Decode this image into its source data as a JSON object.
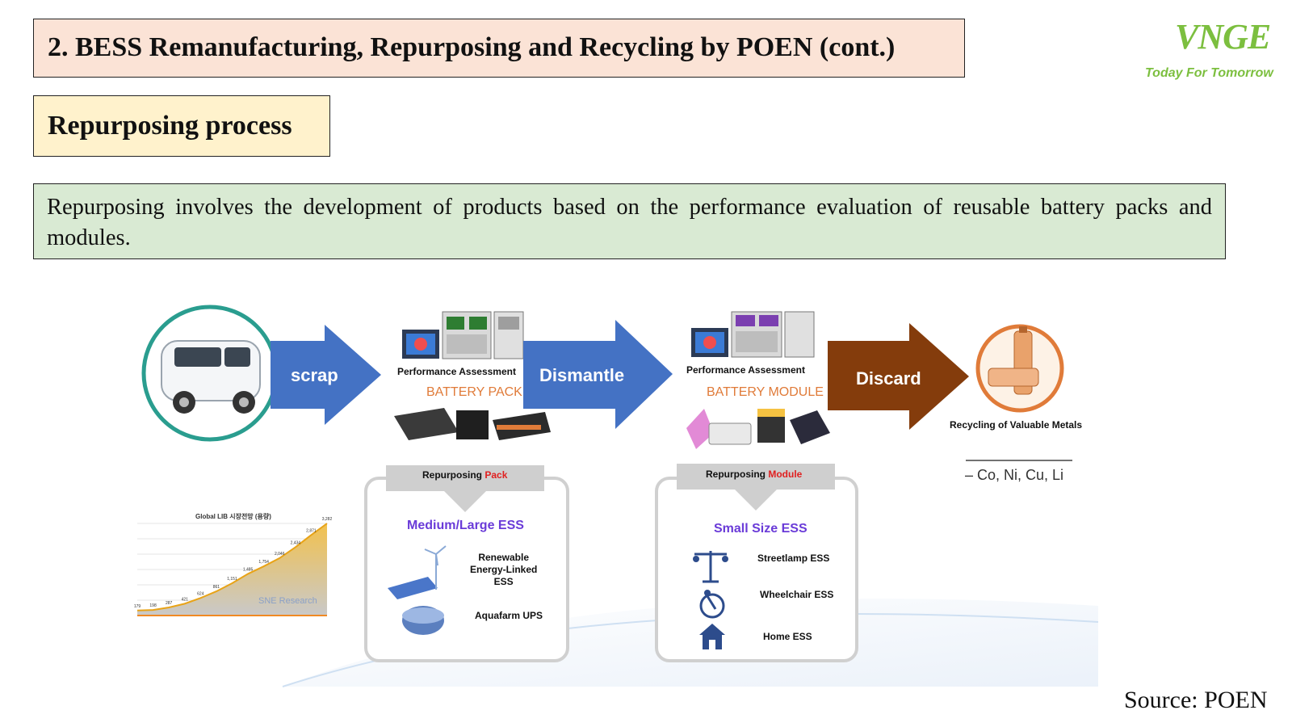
{
  "header": {
    "title": "2. BESS Remanufacturing, Repurposing and Recycling by POEN (cont.)",
    "subtitle": "Repurposing process",
    "description": "Repurposing involves the development of products based on the performance evaluation of reusable battery packs and modules."
  },
  "logo": {
    "mark": "VNGE",
    "tagline": "Today For Tomorrow"
  },
  "flow": {
    "arrow1": "scrap",
    "arrow2": "Dismantle",
    "arrow3": "Discard",
    "pack_assessment": "Performance Assessment",
    "pack_label": "BATTERY PACK",
    "module_assessment": "Performance Assessment",
    "module_label": "BATTERY MODULE",
    "recycling_label": "Recycling of Valuable Metals",
    "metals": "– Co, Ni, Cu, Li"
  },
  "pack_box": {
    "header_prefix": "Repurposing ",
    "header_accent": "Pack",
    "title": "Medium/Large ESS",
    "item1_line1": "Renewable",
    "item1_line2": "Energy-Linked",
    "item1_line3": "ESS",
    "item2": "Aquafarm UPS"
  },
  "module_box": {
    "header_prefix": "Repurposing ",
    "header_accent": "Module",
    "title": "Small Size ESS",
    "item1": "Streetlamp ESS",
    "item2": "Wheelchair ESS",
    "item3": "Home ESS"
  },
  "mini_chart": {
    "title": "Global LIB 시장전망 (용량)",
    "watermark": "SNE Research",
    "labels": [
      "179",
      "198",
      "287",
      "421",
      "624",
      "861",
      "1,151",
      "1,485",
      "1,754",
      "2,046",
      "2,434",
      "2,871",
      "3,282"
    ]
  },
  "source": "Source: POEN",
  "colors": {
    "blue_arrow": "#4472c4",
    "brown_arrow": "#843c0c",
    "title_bg": "#fbe3d6",
    "subtitle_bg": "#fff2cc",
    "desc_bg": "#d9ead3",
    "accent_red": "#e02020",
    "ess_title": "#6a3bd8",
    "battery_label": "#e07b39",
    "logo_green": "#7cbf3f"
  }
}
